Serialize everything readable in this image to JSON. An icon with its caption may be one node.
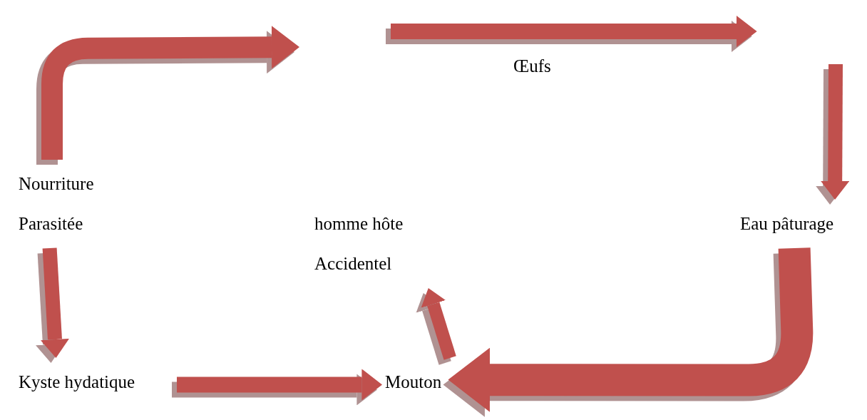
{
  "diagram": {
    "nodes": [
      {
        "text": [
          "Nourriture Parasitée"
        ]
      },
      {
        "text": [
          "homme hôte Accidentel"
        ]
      },
      {
        "text": [
          "Eau pâturage"
        ]
      },
      {
        "text": [
          "Kyste hydatique"
        ]
      },
      {
        "text": [
          "Mouton"
        ]
      }
    ],
    "edges": [
      {
        "from": 0,
        "to": null,
        "arrow": "to"
      },
      {
        "from": null,
        "to": 2,
        "arrow": "to"
      },
      {
        "from": 2,
        "to": 4,
        "arrow": "to",
        "style": "thick"
      },
      {
        "from": 4,
        "to": 1,
        "arrow": "to"
      },
      {
        "from": 0,
        "to": 3,
        "arrow": "to"
      },
      {
        "from": 3,
        "to": 4,
        "arrow": "to"
      }
    ],
    "labels": [
      "Œufs"
    ]
  }
}
